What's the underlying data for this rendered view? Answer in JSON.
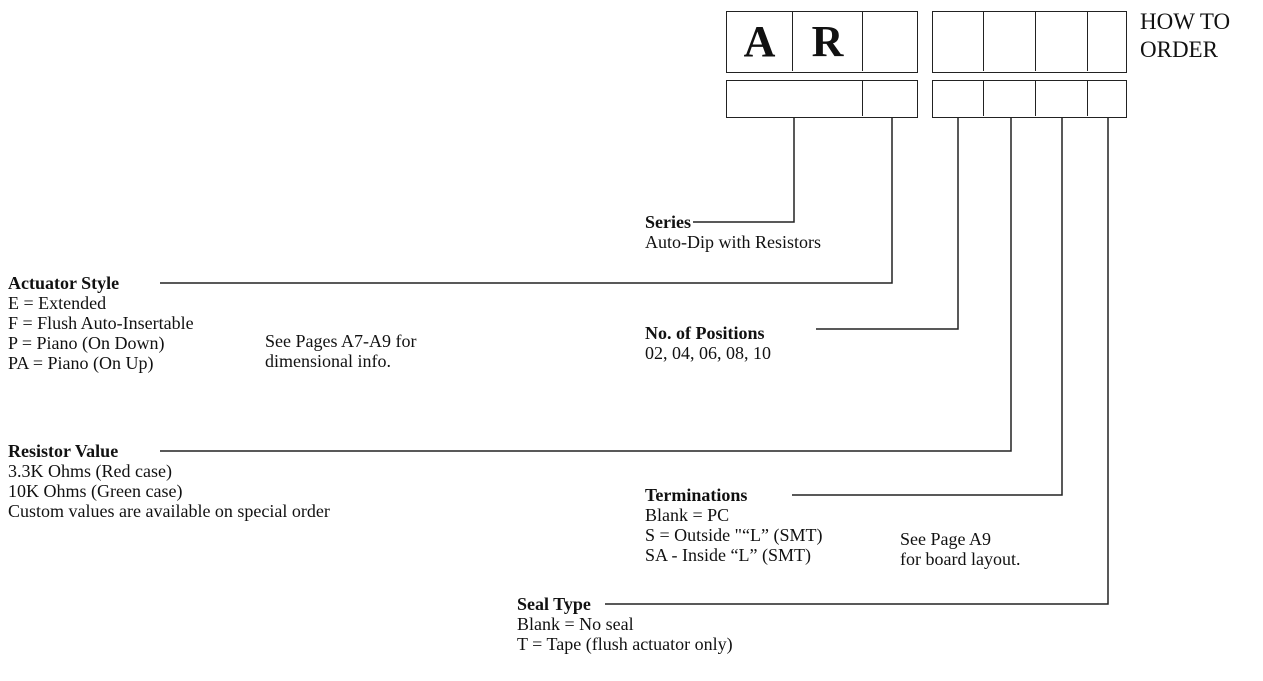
{
  "code_boxes": {
    "group1": [
      "A",
      "R",
      ""
    ],
    "group2": [
      "",
      "",
      "",
      ""
    ]
  },
  "title": [
    "HOW TO",
    "ORDER"
  ],
  "series": {
    "heading": "Series",
    "lines": [
      "Auto-Dip with Resistors"
    ]
  },
  "actuator_style": {
    "heading": "Actuator Style",
    "lines": [
      "E = Extended",
      "F = Flush Auto-Insertable",
      "P  = Piano (On Down)",
      "PA = Piano (On Up)"
    ]
  },
  "actuator_note": [
    "See Pages A7-A9 for",
    "dimensional info."
  ],
  "positions": {
    "heading": "No. of Positions",
    "lines": [
      "02, 04, 06, 08, 10"
    ]
  },
  "resistor_value": {
    "heading": "Resistor Value",
    "lines": [
      "3.3K Ohms  (Red case)",
      "10K Ohms (Green case)",
      "Custom values are available on special order"
    ]
  },
  "terminations": {
    "heading": "Terminations",
    "lines": [
      "Blank = PC",
      "S = Outside  \"“L” (SMT)",
      "SA - Inside “L” (SMT)"
    ]
  },
  "terminations_note": [
    "See Page A9",
    "for board layout."
  ],
  "seal_type": {
    "heading": "Seal Type",
    "lines": [
      "Blank = No seal",
      "T = Tape (flush actuator only)"
    ]
  }
}
